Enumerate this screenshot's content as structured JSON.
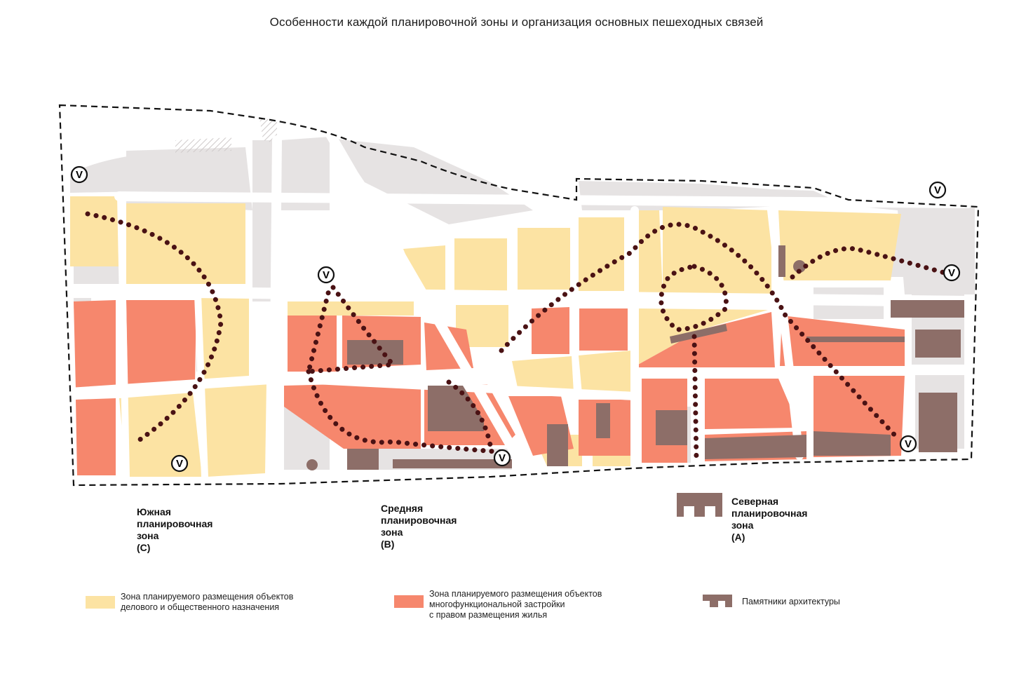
{
  "title": "Особенности каждой планировочной зоны и организация основных пешеходных связей",
  "zones": [
    {
      "lines": [
        "Южная",
        "планировочная",
        "зона",
        "(С)"
      ]
    },
    {
      "lines": [
        "Средняя",
        "планировочная",
        "зона",
        "(В)"
      ]
    },
    {
      "lines": [
        "Северная",
        "планировочная",
        "зона",
        "(А)"
      ]
    }
  ],
  "legend": [
    {
      "color": "#fce3a3",
      "lines": [
        "Зона планируемого размещения объектов",
        "делового и общественного назначения"
      ]
    },
    {
      "color": "#f6876d",
      "lines": [
        "Зона планируемого размещения объектов",
        "многофункциональной застройки",
        "с правом размещения жилья"
      ]
    },
    {
      "color": "#8d6e68",
      "lines": [
        "Памятники архитектуры"
      ]
    }
  ],
  "metro_symbol": "metro-station-icon",
  "colors": {
    "business": "#fce3a3",
    "mixed_use": "#f6876d",
    "monument": "#8d6e68",
    "background_block": "#e6e3e3",
    "pedestrian_route": "#4a1214",
    "boundary": "#111111"
  }
}
